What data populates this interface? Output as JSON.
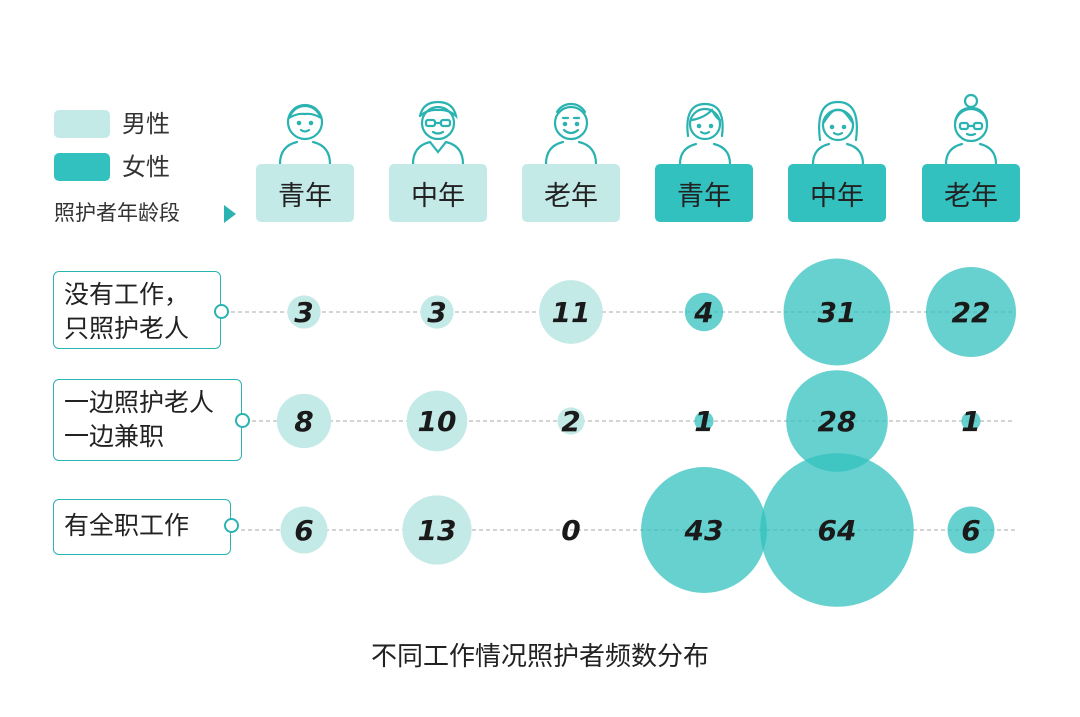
{
  "legend": [
    {
      "label": "男性",
      "color": "#c4eae8"
    },
    {
      "label": "女性",
      "color": "#33c1bf"
    }
  ],
  "axis_caption": "照护者年龄段",
  "chart_data": {
    "type": "bubble",
    "title": "不同工作情况照护者频数分布",
    "columns": [
      {
        "label": "青年",
        "gender": "男性"
      },
      {
        "label": "中年",
        "gender": "男性"
      },
      {
        "label": "老年",
        "gender": "男性"
      },
      {
        "label": "青年",
        "gender": "女性"
      },
      {
        "label": "中年",
        "gender": "女性"
      },
      {
        "label": "老年",
        "gender": "女性"
      }
    ],
    "rows": [
      {
        "label_lines": [
          "没有工作，",
          "只照护老人"
        ],
        "values": [
          3,
          3,
          11,
          4,
          31,
          22
        ]
      },
      {
        "label_lines": [
          "一边照护老人",
          "一边兼职"
        ],
        "values": [
          8,
          10,
          2,
          1,
          28,
          1
        ]
      },
      {
        "label_lines": [
          "有全职工作"
        ],
        "values": [
          6,
          13,
          0,
          43,
          64,
          6
        ]
      }
    ],
    "colors": {
      "male": "#c4eae8",
      "female": "#33c1bf",
      "female_alpha": 0.75,
      "accent": "#2ab3b1"
    }
  }
}
